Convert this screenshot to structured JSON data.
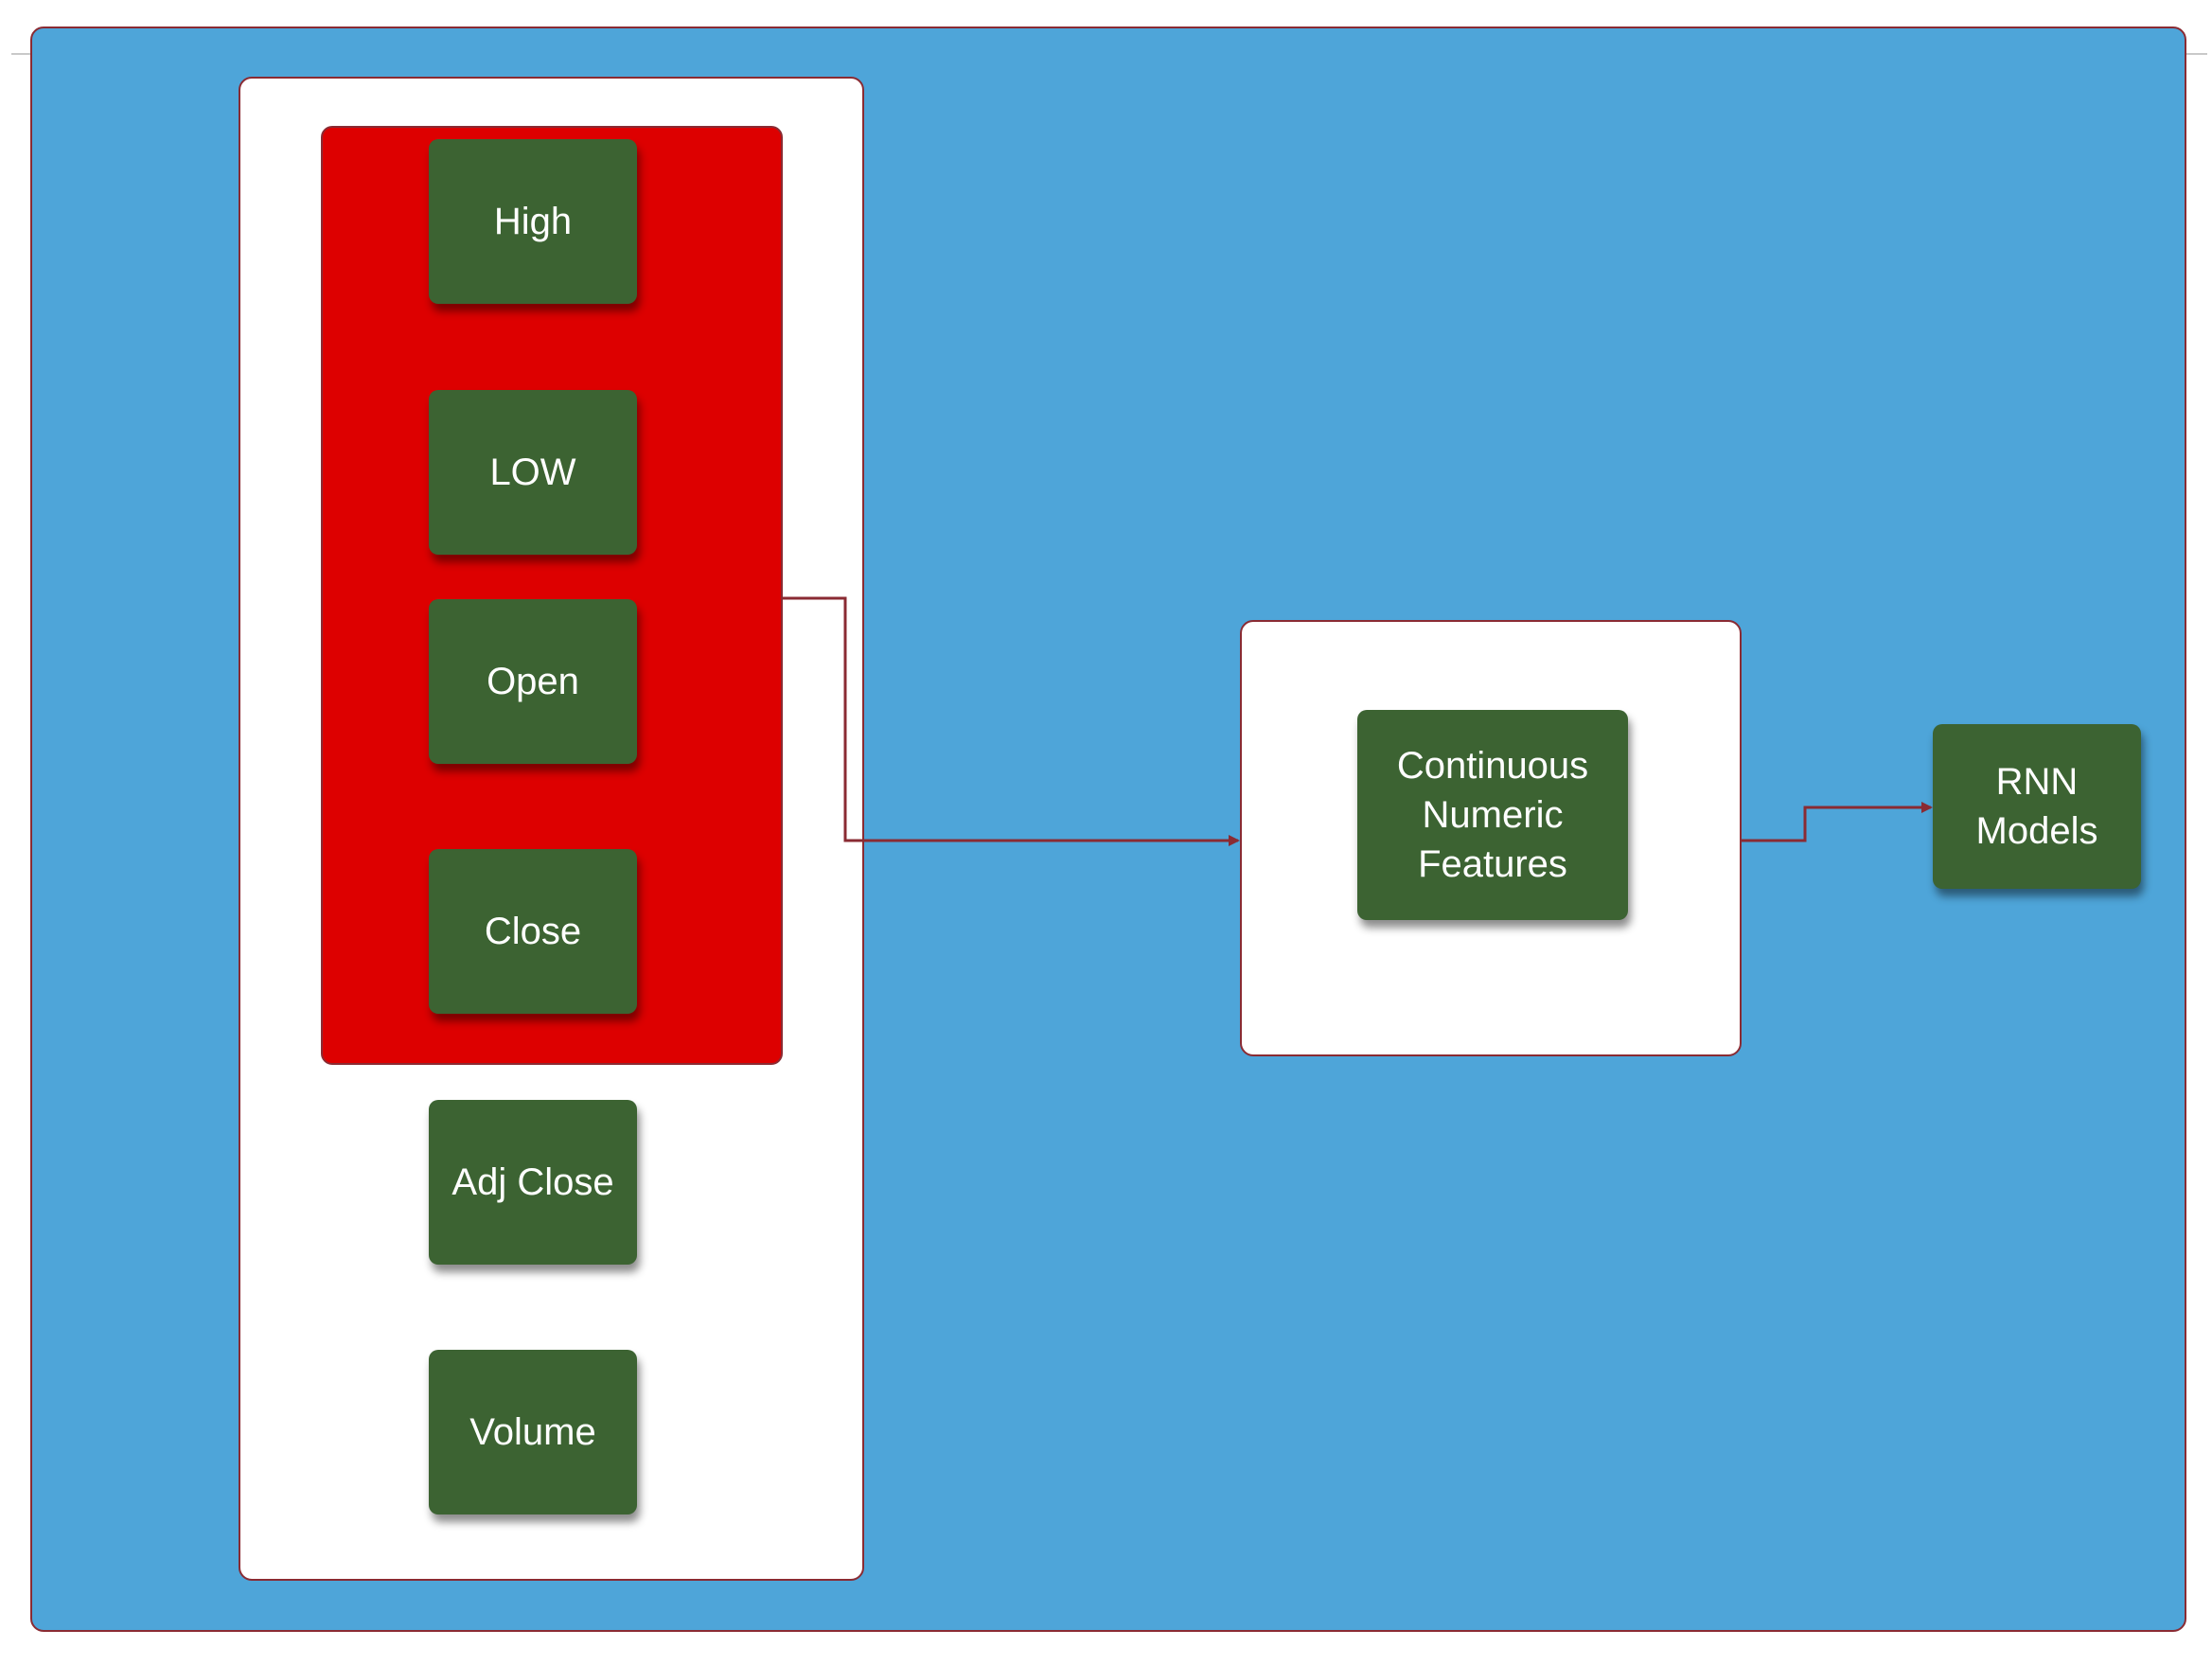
{
  "diagram": {
    "features": [
      {
        "id": "high",
        "label": "High"
      },
      {
        "id": "low",
        "label": "LOW"
      },
      {
        "id": "open",
        "label": "Open"
      },
      {
        "id": "close",
        "label": "Close"
      },
      {
        "id": "adj-close",
        "label": "Adj Close"
      },
      {
        "id": "volume",
        "label": "Volume"
      }
    ],
    "features_node": {
      "label": "Continuous\nNumeric\nFeatures"
    },
    "model_node": {
      "label": "RNN\nModels"
    },
    "edges": [
      {
        "from": "price-group",
        "to": "features-node"
      },
      {
        "from": "features-node",
        "to": "model-node"
      }
    ]
  },
  "colors": {
    "background_panel": "#4ea5d9",
    "group_fill": "#ffffff",
    "price_group_fill": "#dd0000",
    "node_fill": "#3c6332",
    "node_text": "#ffffff",
    "border_and_connectors": "#8a2b33"
  }
}
